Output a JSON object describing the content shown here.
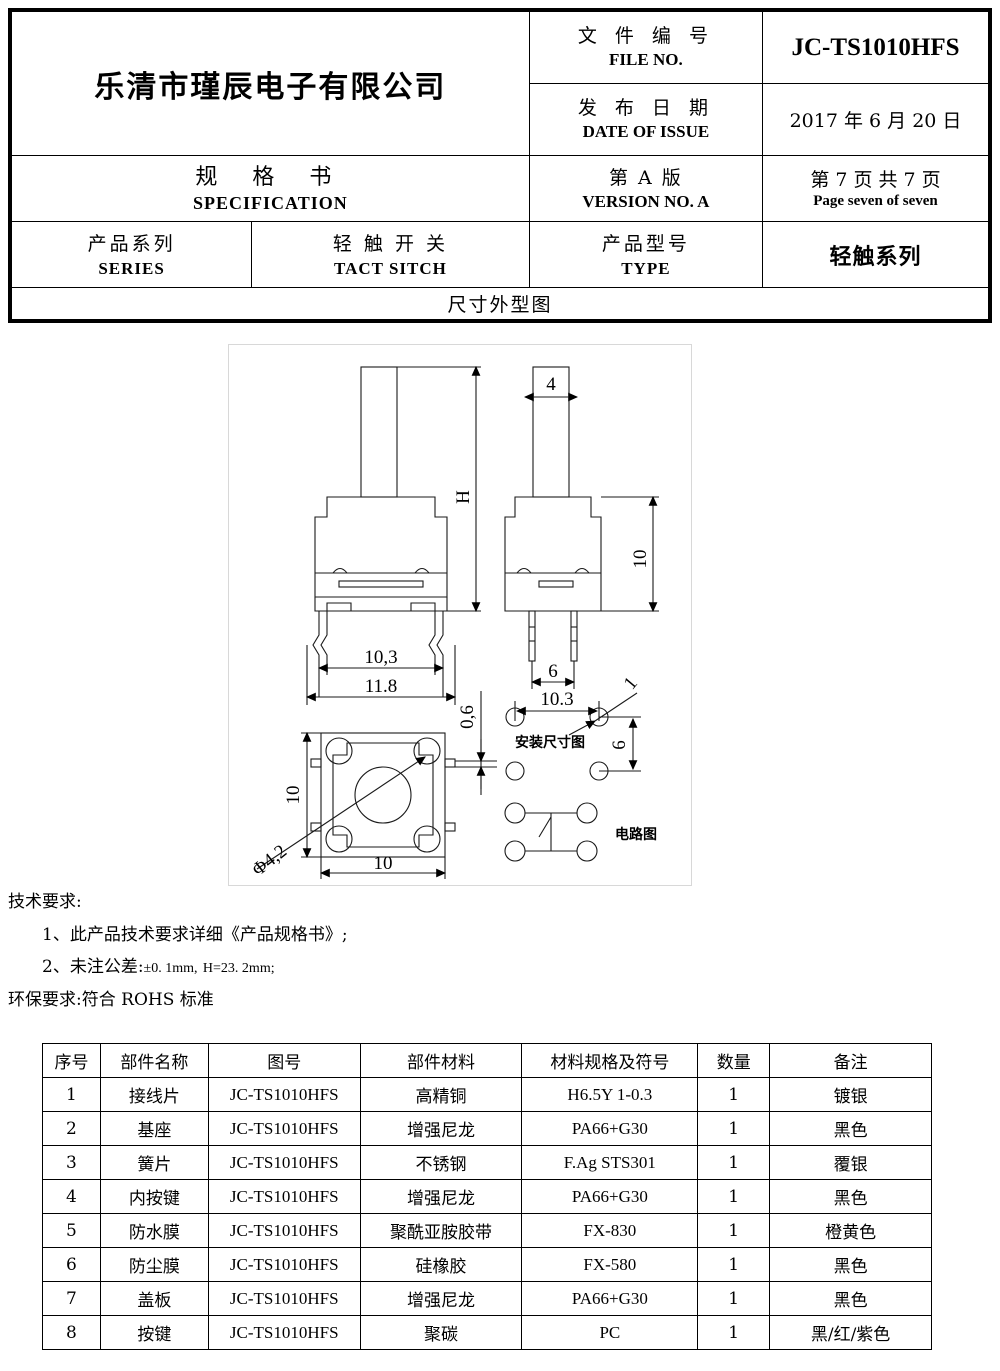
{
  "header": {
    "company": "乐清市瑾辰电子有限公司",
    "file_no_cn": "文 件 编 号",
    "file_no_en": "FILE NO.",
    "file_no_value": "JC-TS1010HFS",
    "date_cn": "发 布 日 期",
    "date_en": "DATE OF ISSUE",
    "date_value": "2017 年 6 月 20 日",
    "spec_cn": "规  格  书",
    "spec_en": "SPECIFICATION",
    "version_cn": "第 A 版",
    "version_en": "VERSION NO. A",
    "page_cn": "第 7 页  共 7 页",
    "page_en": "Page seven of seven",
    "series_cn": "产品系列",
    "series_en": "SERIES",
    "series_value_cn": "轻 触 开 关",
    "series_value_en": "TACT  SITCH",
    "type_cn": "产品型号",
    "type_en": "TYPE",
    "type_value": "轻触系列",
    "drawing_title": "尺寸外型图"
  },
  "drawing": {
    "dim_H": "H",
    "dim_4": "4",
    "dim_10_side": "10",
    "dim_10_3_front": "10,3",
    "dim_11_8": "11.8",
    "dim_6_pins": "6",
    "dim_0_6": "0,6",
    "dim_10_height": "10",
    "dim_10_width": "10",
    "dim_phi": "Φ4,2",
    "mount_dim_10_3": "10.3",
    "mount_dim_6": "6",
    "mount_dim_1": "1",
    "mount_label": "安装尺寸图",
    "circuit_label": "电路图"
  },
  "tech": {
    "heading": "技术要求:",
    "item1": "1、此产品技术要求详细《产品规格书》;",
    "item2_pre": "2、未注公差:",
    "item2_tol": "±0. 1mm,",
    "item2_h": "H=23. 2mm;",
    "env_pre": "环保要求:符合 ",
    "env_std": "ROHS",
    "env_post": " 标准"
  },
  "bom": {
    "headers": [
      "序号",
      "部件名称",
      "图号",
      "部件材料",
      "材料规格及符号",
      "数量",
      "备注"
    ],
    "rows": [
      {
        "no": "1",
        "name": "接线片",
        "dwg": "JC-TS1010HFS",
        "material": "高精铜",
        "spec": "H6.5Y 1-0.3",
        "qty": "1",
        "remark": "镀银"
      },
      {
        "no": "2",
        "name": "基座",
        "dwg": "JC-TS1010HFS",
        "material": "增强尼龙",
        "spec": "PA66+G30",
        "qty": "1",
        "remark": "黑色"
      },
      {
        "no": "3",
        "name": "簧片",
        "dwg": "JC-TS1010HFS",
        "material": "不锈钢",
        "spec": "F.Ag STS301",
        "qty": "1",
        "remark": "覆银"
      },
      {
        "no": "4",
        "name": "内按键",
        "dwg": "JC-TS1010HFS",
        "material": "增强尼龙",
        "spec": "PA66+G30",
        "qty": "1",
        "remark": "黑色"
      },
      {
        "no": "5",
        "name": "防水膜",
        "dwg": "JC-TS1010HFS",
        "material": "聚酰亚胺胶带",
        "spec": "FX-830",
        "qty": "1",
        "remark": "橙黄色"
      },
      {
        "no": "6",
        "name": "防尘膜",
        "dwg": "JC-TS1010HFS",
        "material": "硅橡胶",
        "spec": "FX-580",
        "qty": "1",
        "remark": "黑色"
      },
      {
        "no": "7",
        "name": "盖板",
        "dwg": "JC-TS1010HFS",
        "material": "增强尼龙",
        "spec": "PA66+G30",
        "qty": "1",
        "remark": "黑色"
      },
      {
        "no": "8",
        "name": "按键",
        "dwg": "JC-TS1010HFS",
        "material": "聚碳",
        "spec": "PC",
        "qty": "1",
        "remark": "黑/红/紫色"
      }
    ]
  }
}
